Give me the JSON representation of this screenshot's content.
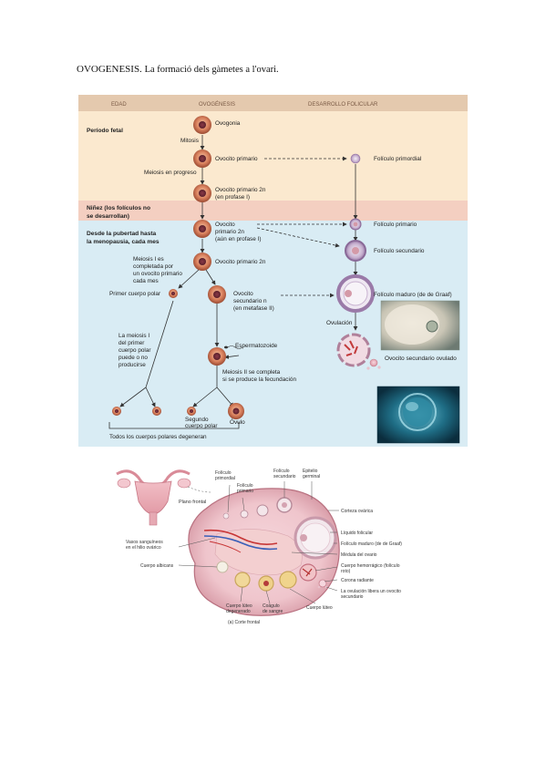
{
  "heading": {
    "title": "OVOGENESIS.",
    "subtitle": "La formació dels gàmetes a l'ovari."
  },
  "diagram1": {
    "columns": {
      "age": "EDAD",
      "oogenesis": "OVOGÉNESIS",
      "follicular": "DESARROLLO FOLICULAR"
    },
    "periods": {
      "fetal": "Período fetal",
      "childhood_1": "Niñez (los folículos no",
      "childhood_2": "se desarrollan)",
      "puberty_1": "Desde la pubertad hasta",
      "puberty_2": "la menopausia, cada mes"
    },
    "cells": {
      "oogonia": "Ovogonia",
      "mitosis": "Mitosis",
      "primary_oocyte": "Ovocito primario",
      "meiosis_progress": "Meiosis en progreso",
      "primary_2n_1": "Ovocito primario 2n",
      "primary_2n_2": "(en profase I)",
      "primary_b_1": "Ovocito",
      "primary_b_2": "primario 2n",
      "primary_b_3": "(aún en profase I)",
      "primary_c": "Ovocito primario 2n",
      "meiosis1_1": "Meiosis I es",
      "meiosis1_2": "completada por",
      "meiosis1_3": "un ovocito primario",
      "meiosis1_4": "cada mes",
      "first_polar": "Primer cuerpo polar",
      "secondary_1": "Ovocito",
      "secondary_2": "secundario n",
      "secondary_3": "(en metafase II)",
      "polar_note_1": "La meiosis I",
      "polar_note_2": "del primer",
      "polar_note_3": "cuerpo polar",
      "polar_note_4": "puede o no",
      "polar_note_5": "producirse",
      "sperm": "Espermatozoide",
      "meiosis2_1": "Meiosis II se completa",
      "meiosis2_2": "si se produce la fecundación",
      "second_polar_1": "Segundo",
      "second_polar_2": "cuerpo polar",
      "ovum": "Óvulo",
      "degenerate": "Todos los cuerpos polares degeneran"
    },
    "follicles": {
      "primordial": "Folículo primordial",
      "primary": "Folículo primario",
      "secondary": "Folículo secundario",
      "mature": "Folículo maduro (de de Graaf)",
      "ovulation": "Ovulación",
      "ovulated": "Ovocito secundario ovulado"
    }
  },
  "diagram2": {
    "top": {
      "primordial_1": "Folículo",
      "primordial_2": "primordial",
      "primary_1": "Folículo",
      "primary_2": "primario",
      "secondary_1": "Folículo",
      "secondary_2": "secundario",
      "germinal_1": "Epitelio",
      "germinal_2": "germinal",
      "plane": "Plano frontal"
    },
    "left": {
      "vessels_1": "Vasos sanguíneos",
      "vessels_2": "en el hilio ovárico",
      "albicans": "Cuerpo albicans"
    },
    "right": {
      "cortex": "Corteza ovárica",
      "fluid": "Líquido folicular",
      "mature": "Folículo maduro (de de Graaf)",
      "medulla": "Médula del ovario",
      "hemorrhagic_1": "Cuerpo hemorrágico (folículo",
      "hemorrhagic_2": "roto)",
      "corona": "Corona radiante",
      "ovulation_1": "La ovulación libera un ovocito",
      "ovulation_2": "secundario"
    },
    "bottom": {
      "degenerated_1": "Cuerpo lúteo",
      "degenerated_2": "degenerado",
      "clot_1": "Coágulo",
      "clot_2": "de sangre",
      "luteum": "Cuerpo lúteo",
      "caption": "(a) Corte frontal"
    }
  }
}
